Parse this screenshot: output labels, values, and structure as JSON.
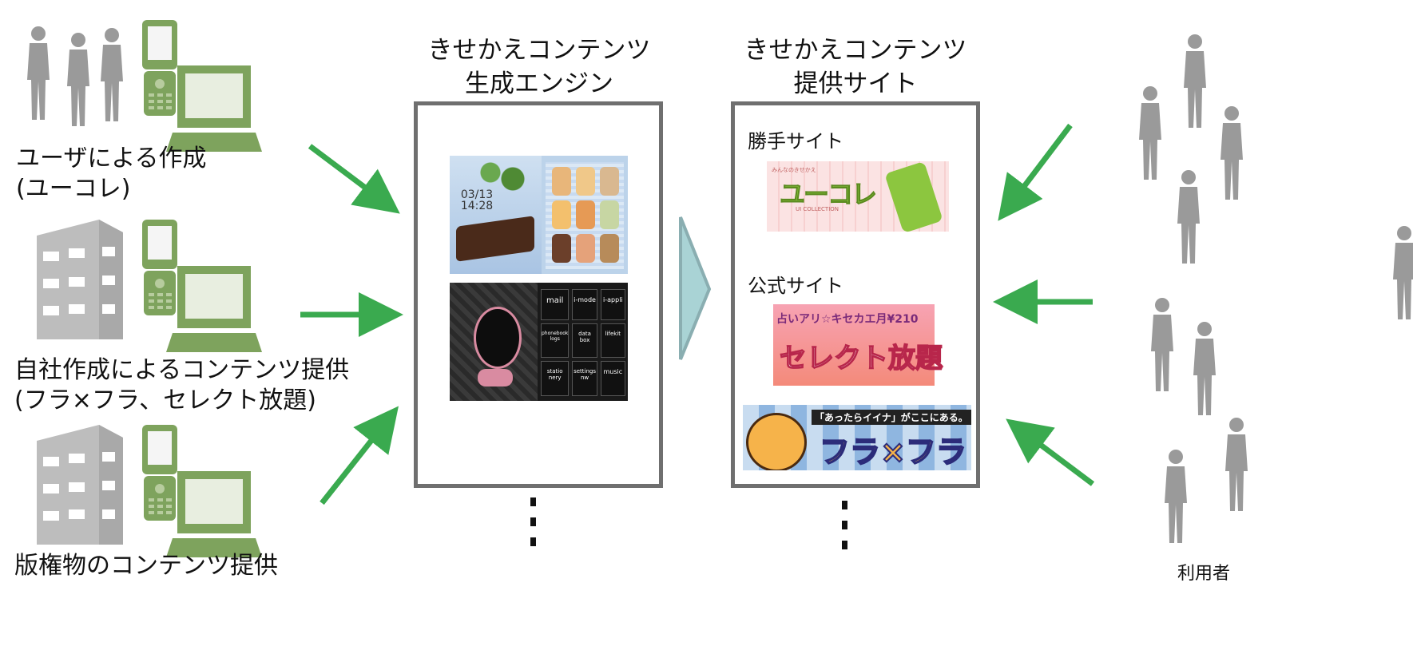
{
  "sources": [
    {
      "label_line1": "ユーザによる作成",
      "label_line2": "(ユーコレ)",
      "icon": "people-icon"
    },
    {
      "label_line1": "自社作成によるコンテンツ提供",
      "label_line2": "(フラ×フラ、セレクト放題)",
      "icon": "building-icon"
    },
    {
      "label_line1": "版権物のコンテンツ提供",
      "label_line2": "",
      "icon": "building-icon"
    }
  ],
  "engine": {
    "title_line1": "きせかえコンテンツ",
    "title_line2": "生成エンジン",
    "screen1": {
      "date": "03/13",
      "time": "14:28"
    },
    "screen2": {
      "menu": [
        "mail",
        "i-mode",
        "i-appli",
        "phonebook logs",
        "data box",
        "lifekit",
        "statio nery",
        "settings nw",
        "music"
      ]
    }
  },
  "provider": {
    "title_line1": "きせかえコンテンツ",
    "title_line2": "提供サイト",
    "unofficial_label": "勝手サイト",
    "unofficial_banner": {
      "small": "みんなのきせかえ",
      "main": "ユーコレ",
      "sub": "UI COLLECTION"
    },
    "official_label": "公式サイト",
    "official_banner1": {
      "top": "占いアリ☆キセカエ月¥210",
      "main": "セレクト放題"
    },
    "official_banner2": {
      "top": "「あったらイイナ」がここにある。",
      "main": "フラ×フラ"
    }
  },
  "users_label": "利用者",
  "colors": {
    "arrow": "#3aaa4f",
    "box_border": "#6f6f6f",
    "person": "#9a9a9a",
    "phone": "#7ea35d",
    "chevron": "#a9d3d5"
  }
}
